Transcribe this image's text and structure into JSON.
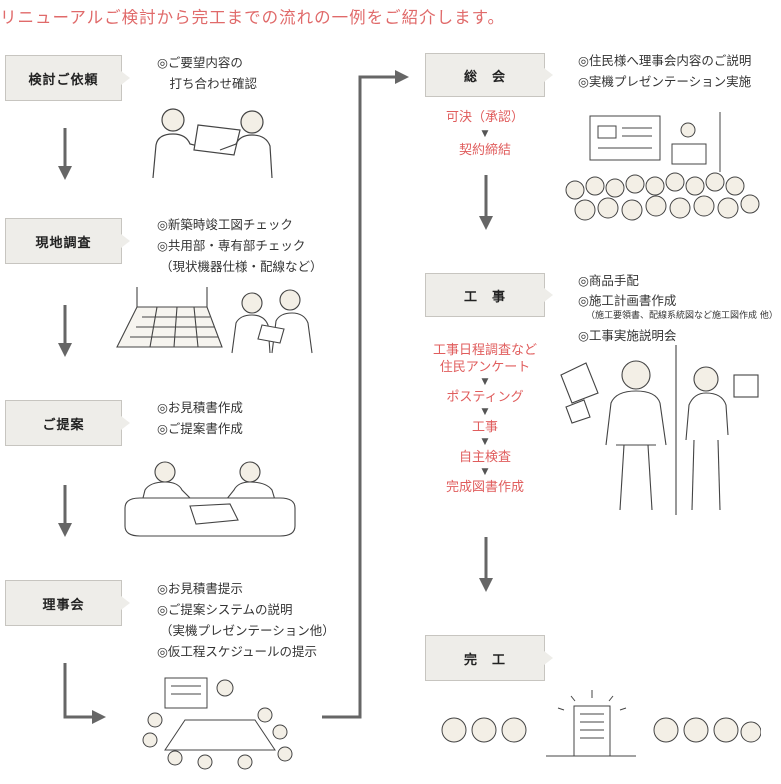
{
  "page_title": "リニューアルご検討から完工までの流れの一例をご紹介します。",
  "steps": {
    "request": {
      "label": "検討ご依頼",
      "notes": [
        "◎ご要望内容の",
        "　打ち合わせ確認"
      ]
    },
    "survey": {
      "label": "現地調査",
      "notes": [
        "◎新築時竣工図チェック",
        "◎共用部・専有部チェック",
        "（現状機器仕様・配線など）"
      ]
    },
    "proposal": {
      "label": "ご提案",
      "notes": [
        "◎お見積書作成",
        "◎ご提案書作成"
      ]
    },
    "board": {
      "label": "理事会",
      "notes": [
        "◎お見積書提示",
        "◎ご提案システムの説明",
        "（実機プレゼンテーション他）",
        "◎仮工程スケジュールの提示"
      ]
    },
    "general": {
      "label": "総　会",
      "notes": [
        "◎住民様へ理事会内容のご説明",
        "◎実機プレゼンテーション実施"
      ],
      "flow": [
        "可決（承認）",
        "契約締結"
      ]
    },
    "construction": {
      "label": "工　事",
      "notes": [
        "◎商品手配",
        "◎施工計画書作成"
      ],
      "notes_small": "（施工要領書、配線系統図など施工図作成 他）",
      "notes_after": "◎工事実施説明会",
      "flow": [
        "工事日程調査など",
        "住民アンケート",
        "ポスティング",
        "工事",
        "自主検査",
        "完成図書作成"
      ]
    },
    "complete": {
      "label": "完　工"
    }
  },
  "flow_marker": "▼",
  "colors": {
    "accent_red": "#e05d5d",
    "step_box": "#eeede9",
    "arrow": "#666666"
  }
}
